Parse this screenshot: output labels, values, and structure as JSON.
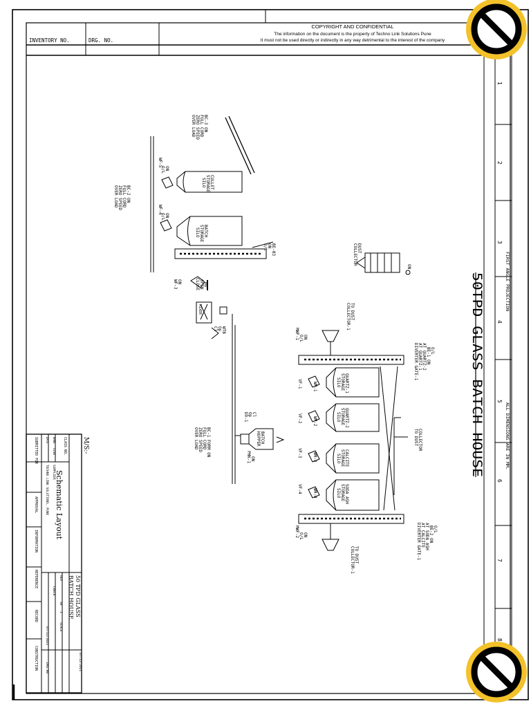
{
  "header": {
    "inventory_label": "INVENTORY NO.",
    "drg_label": "DRG. NO.",
    "copyright_title": "COPYRIGHT AND CONFIDENTIAL",
    "copyright_line1": "The information on the document is the property of Techno Link Solutions Pune",
    "copyright_line2": "It must not be used directly or indirectly in any way detrimental to the interest of the company"
  },
  "side_text": {
    "main_title": "50TPD GLASS BATCH HOUSE",
    "projection": "FIRST ANGLE PROJECTION",
    "dimensions": "ALL DIMENSIONS ARE IN MM."
  },
  "grid_numbers": [
    "1",
    "2",
    "3",
    "4",
    "5",
    "6",
    "7",
    "8"
  ],
  "equipment": {
    "bc3_status": [
      "BC-3 ON",
      "FULL CORD",
      "ZERO SPEED",
      "OVER LOAD"
    ],
    "cullet_silo": [
      "CULLET",
      "STORAGE",
      "SILO"
    ],
    "batch_silo": [
      "BATCH",
      "STORAGE",
      "SILO"
    ],
    "bc2_status": [
      "BC-2 ON",
      "FULL CORD",
      "ZERO SPEED",
      "OVER LOAD"
    ],
    "wf5": [
      "ON",
      "O/L",
      "WF-5"
    ],
    "wf4": [
      "ON",
      "O/L",
      "WF-4"
    ],
    "be03": [
      "BE-03",
      "ON",
      "O/L"
    ],
    "dust_collector": [
      "ON",
      "DUST",
      "COLLECTOR"
    ],
    "mixer": [
      "MIXER"
    ],
    "ng_open_close": [
      "NG",
      "OPEN",
      "CLOSE"
    ],
    "wf3": [
      "ON",
      "WF-3"
    ],
    "wtb": [
      "WTB",
      "Op",
      "Cl"
    ],
    "bc1_status": [
      "BC-1 FORM ON",
      "FULL CORD",
      "ZERO SPEED",
      "OVER LOAD"
    ],
    "batch_hopper": [
      "BATCH",
      "HOPPER"
    ],
    "pmk1": [
      "ON",
      "PMK-1"
    ],
    "do1": [
      "DO-1",
      "Op",
      "Cl"
    ],
    "to_dust_top": [
      "TO DUST",
      "COLLECTOR-1"
    ],
    "diverter1": [
      "DIVERTER GATE-1",
      "AT QUARTZ-1",
      "AT QUARTZ-2",
      "BE-1 ON",
      "O/L"
    ],
    "mwf1": [
      "ON",
      "O/L",
      "MWF-1"
    ],
    "quartz1": [
      "QUARTZ-1",
      "STORAGE",
      "SILO"
    ],
    "quartz2": [
      "QUARTZ-2",
      "STORAGE",
      "SILO"
    ],
    "calcite": [
      "CALCITE",
      "STORAGE",
      "SILO"
    ],
    "soda_ash": [
      "SODA ASH",
      "STORAGE",
      "SILO"
    ],
    "to_dust_mid": [
      "TO DUST",
      "COLLECTOR"
    ],
    "diverter2": [
      "DIVERTER GATE-1",
      "AT CALCITE",
      "AT SODA ASH",
      "BE-2 ON",
      "O/L"
    ],
    "mwf2": [
      "ON",
      "O/L",
      "MWF-2"
    ],
    "to_dust_bot": [
      "TO DUST",
      "COLLECTOR-1"
    ],
    "vib_labels": [
      "VF-1",
      "VF-2",
      "VF-3",
      "VF-4"
    ],
    "wm_labels": [
      "WM-1",
      "WM-2",
      "WM-3",
      "WM-4"
    ]
  },
  "title_block": {
    "ms": "M/S:-",
    "class_no": "CLASS NO.",
    "drawing_title": "Schematic Layout",
    "project_line1": "50 TPD GLASS",
    "project_line2": "BATCH HOUSE",
    "name": "NAME",
    "sign": "SIGN",
    "date": "DATE",
    "supplier": "SUPPLIER",
    "company": "TECHNO LINK SOLUTIONS, PUNE",
    "submitted_for": "SUBMITTED FOR",
    "approval": "APPROVAL",
    "information": "INFORMATION",
    "reference": "REFERENCE",
    "record": "RECORD",
    "construction": "CONSTRUCTION",
    "rev": "REV",
    "check": "CHECK",
    "sh": "SH",
    "scale": "SCALE",
    "date_value": "07/12/2021",
    "drg": "DRG.NO",
    "one": "1"
  }
}
